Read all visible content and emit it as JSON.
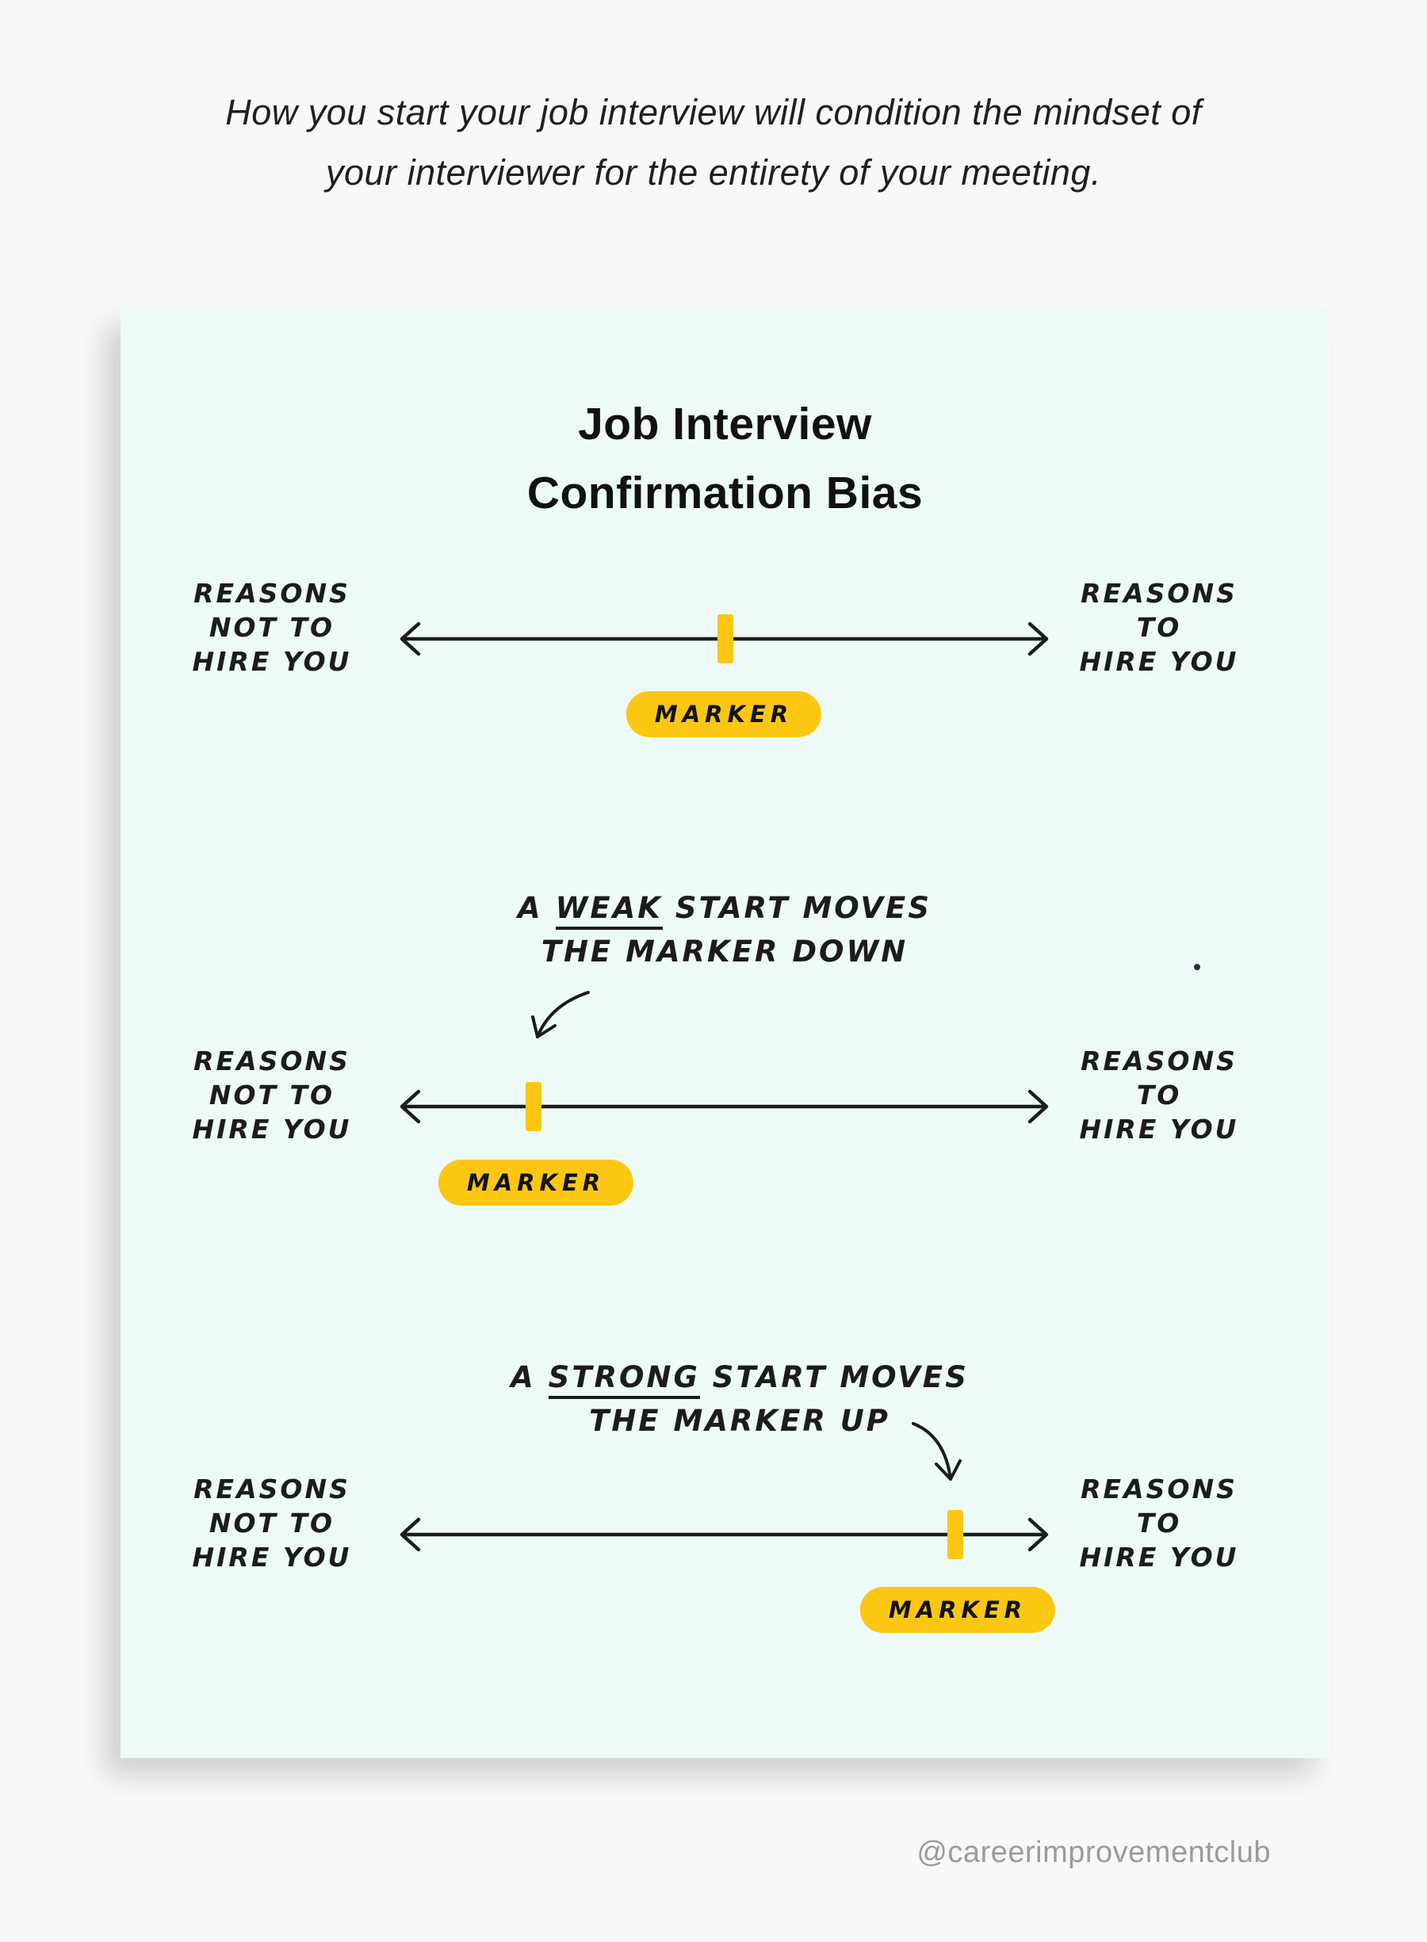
{
  "header": {
    "quote_line1": "How you start your job interview will condition the mindset of",
    "quote_line2": "your interviewer for the entirety of your meeting."
  },
  "card": {
    "title_line1": "Job Interview",
    "title_line2": "Confirmation Bias",
    "scales": [
      {
        "left_label": [
          "REASONS",
          "NOT TO",
          "HIRE YOU"
        ],
        "right_label": [
          "REASONS",
          "TO",
          "HIRE YOU"
        ],
        "marker_label": "MARKER",
        "marker_position": "center"
      },
      {
        "left_label": [
          "REASONS",
          "NOT TO",
          "HIRE YOU"
        ],
        "right_label": [
          "REASONS",
          "TO",
          "HIRE YOU"
        ],
        "marker_label": "MARKER",
        "marker_position": "left",
        "annotation": {
          "prefix": "A ",
          "emphasis": "WEAK",
          "suffix": " START MOVES",
          "line2": "THE MARKER DOWN"
        }
      },
      {
        "left_label": [
          "REASONS",
          "NOT TO",
          "HIRE YOU"
        ],
        "right_label": [
          "REASONS",
          "TO",
          "HIRE YOU"
        ],
        "marker_label": "MARKER",
        "marker_position": "right",
        "annotation": {
          "prefix": "A ",
          "emphasis": "STRONG",
          "suffix": " START MOVES",
          "line2": "THE MARKER UP"
        }
      }
    ]
  },
  "footer": {
    "handle": "@careerimprovementclub"
  },
  "colors": {
    "page_bg": "#f8f8f7",
    "card_bg": "#eefaf8",
    "ink": "#1c1c1c",
    "accent_yellow": "#fbc712",
    "attribution_gray": "#9b9b9b"
  }
}
